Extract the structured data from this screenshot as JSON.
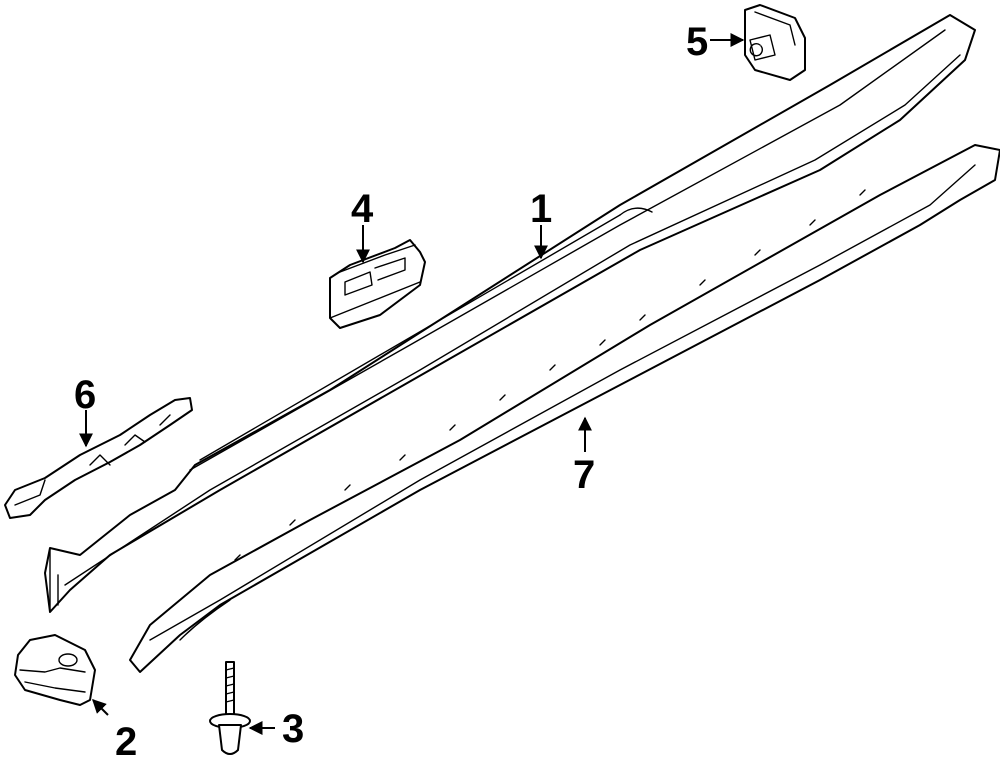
{
  "diagram": {
    "callouts": [
      {
        "number": "1"
      },
      {
        "number": "2"
      },
      {
        "number": "3"
      },
      {
        "number": "4"
      },
      {
        "number": "5"
      },
      {
        "number": "6"
      },
      {
        "number": "7"
      }
    ]
  }
}
